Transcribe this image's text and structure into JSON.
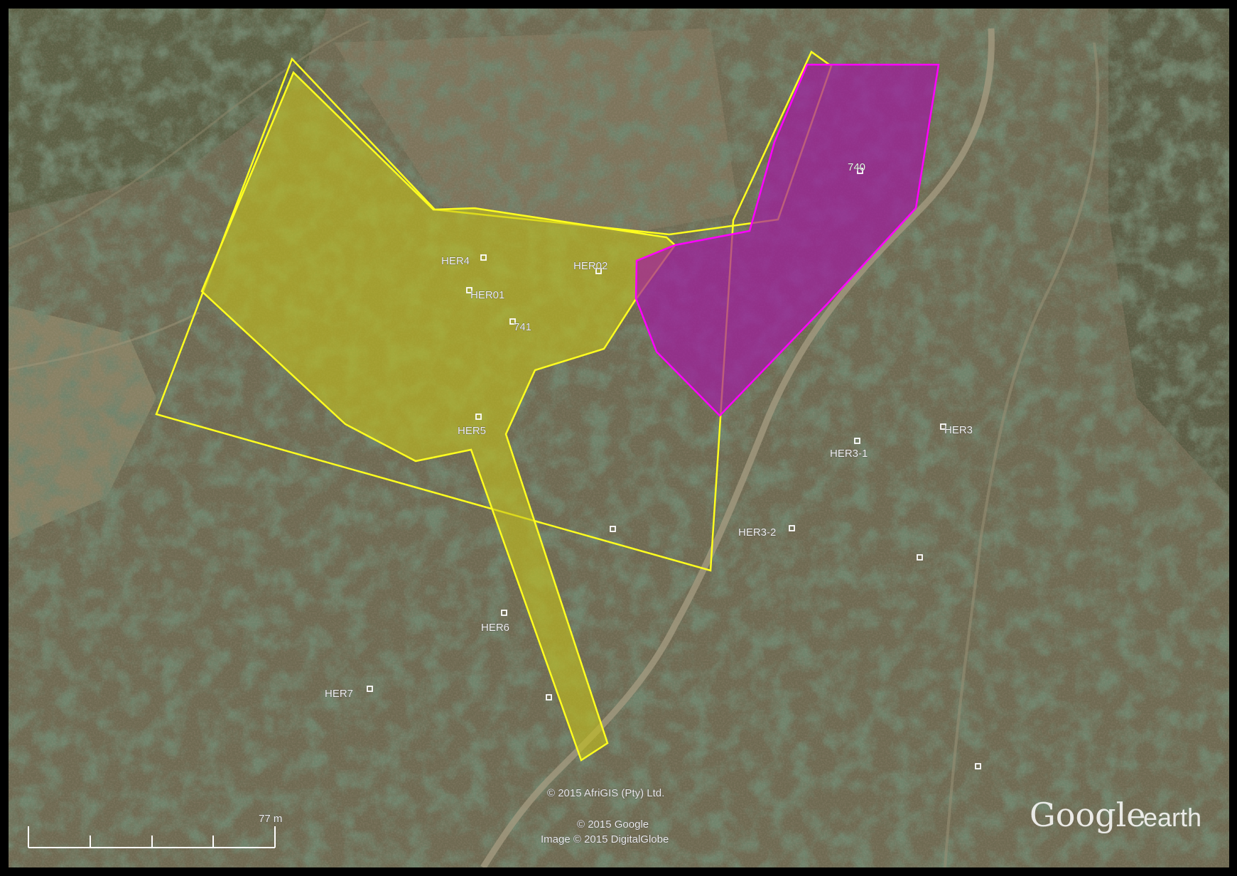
{
  "colors": {
    "frame": "#000000",
    "terrain": "#6e6a52",
    "vegetation": "#2e3d2a",
    "yellow_stroke": "#ffff1e",
    "yellow_fill": "#c4c21a",
    "magenta_stroke": "#ff00ff",
    "magenta_fill": "#a11aa1",
    "marker": "#ffffff",
    "label_text": "#f4f4f4"
  },
  "map": {
    "labels": {
      "her4": "HER4",
      "her02": "HER02",
      "her01": "HER01",
      "n741": "741",
      "n740": "740",
      "her5": "HER5",
      "her3": "HER3",
      "her3_1": "HER3-1",
      "her3_2": "HER3-2",
      "her6": "HER6",
      "her7": "HER7"
    },
    "scale_label": "77 m",
    "attribution_afrigis": "© 2015 AfriGIS (Pty) Ltd.",
    "attribution_google": "© 2015 Google",
    "attribution_image": "Image © 2015 DigitalGlobe",
    "brand_google": "Google",
    "brand_earth": "earth"
  }
}
